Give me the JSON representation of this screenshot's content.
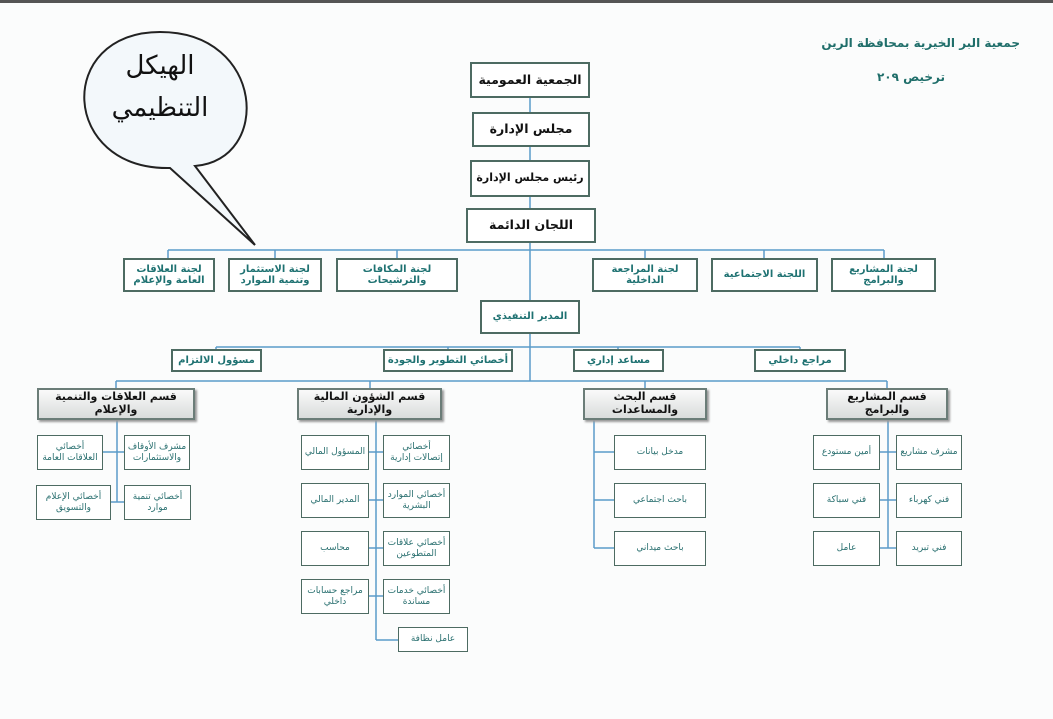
{
  "header": {
    "org_name": "جمعية البر الخيرية بمحافظة الرين",
    "license": "ترخيص ٢٠٩"
  },
  "bubble": {
    "line1": "الهيكل",
    "line2": "التنظيمي"
  },
  "top_chain": [
    "الجمعية العمومية",
    "مجلس الإدارة",
    "رئيس مجلس الإدارة",
    "اللجان الدائمة"
  ],
  "committees": [
    "لجنة العلاقات\nالعامة والإعلام",
    "لجنة الاستثمار\nوتنمية الموارد",
    "لجنة المكافات\nوالترشيحات",
    "لجنة المراجعة\nالداخلية",
    "اللجنة الاجتماعية",
    "لجنة المشاريع\nوالبرامج"
  ],
  "executive_director": "المدير التنفيذي",
  "staff": [
    "مسؤول الالتزام",
    "أخصائي التطوير والجودة",
    "مساعد إداري",
    "مراجع داخلي"
  ],
  "departments": [
    {
      "name": "قسم العلاقات والتنمية والإعلام",
      "units": [
        "أخصائي\nالعلاقات العامة",
        "مشرف الأوقاف\nوالاستثمارات",
        "أخصائي الإعلام\nوالتسويق",
        "أخصائي تنمية\nموارد"
      ]
    },
    {
      "name": "قسم الشؤون المالية والإدارية",
      "units": [
        "المسؤول المالي",
        "أخصائي\nإتصالات إدارية",
        "المدير المالي",
        "أخصائي الموارد\nالبشرية",
        "محاسب",
        "أخصائي علاقات\nالمتطوعين",
        "مراجع حسابات\nداخلي",
        "أخصائي خدمات\nمساندة",
        "عامل نظافة"
      ]
    },
    {
      "name": "قسم البحث والمساعدات",
      "units": [
        "مدخل بيانات",
        "باحث اجتماعي",
        "باحث ميداني"
      ]
    },
    {
      "name": "قسم المشاريع والبرامج",
      "units": [
        "أمين مستودع",
        "مشرف مشاريع",
        "فني سباكة",
        "فني كهرباء",
        "عامل",
        "فني تبريد"
      ]
    }
  ],
  "colors": {
    "line": "#5b9bc9",
    "border": "#4d6b62",
    "text": "#1f7272"
  }
}
